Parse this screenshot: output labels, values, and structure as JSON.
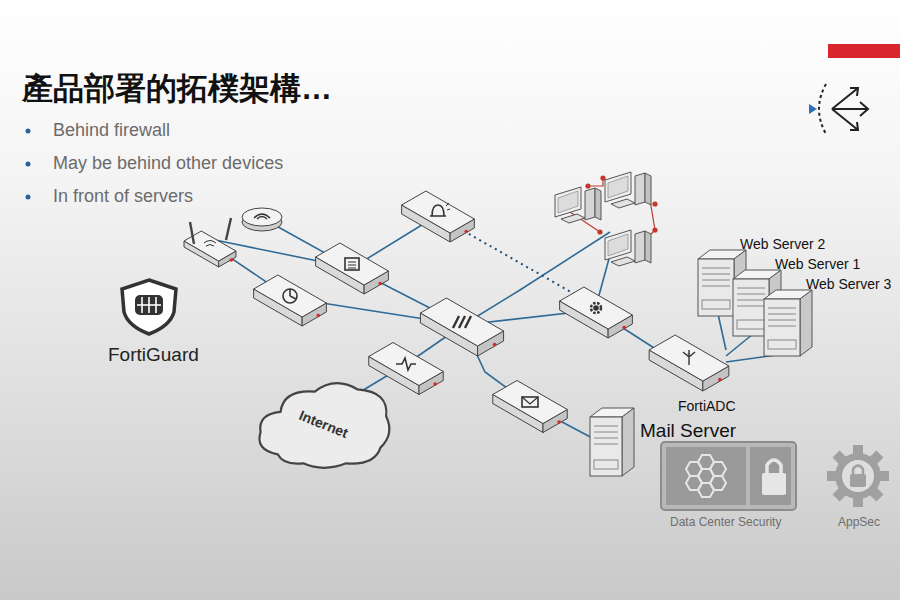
{
  "diagram": {
    "title": "產品部署的拓樸架構…",
    "nodes": [
      {
        "text": [
          "FortiGuard"
        ]
      },
      {
        "text": [
          "Web Server 2"
        ]
      },
      {
        "text": [
          "Web Server 1"
        ]
      },
      {
        "text": [
          "Web Server 3"
        ]
      },
      {
        "text": [
          "FortiADC"
        ]
      },
      {
        "text": [
          "Internet"
        ]
      },
      {
        "text": [
          "Mail Server"
        ]
      },
      {
        "text": [
          "Data Center Security"
        ]
      },
      {
        "text": [
          "AppSec"
        ]
      }
    ],
    "edges": [
      {
        "from": 4,
        "to": 1,
        "arrow": "none"
      },
      {
        "from": 4,
        "to": 2,
        "arrow": "none"
      },
      {
        "from": 4,
        "to": 3,
        "arrow": "none"
      }
    ],
    "labels": [
      "Behind firewall",
      "May be behind other devices",
      "In front of servers"
    ]
  }
}
